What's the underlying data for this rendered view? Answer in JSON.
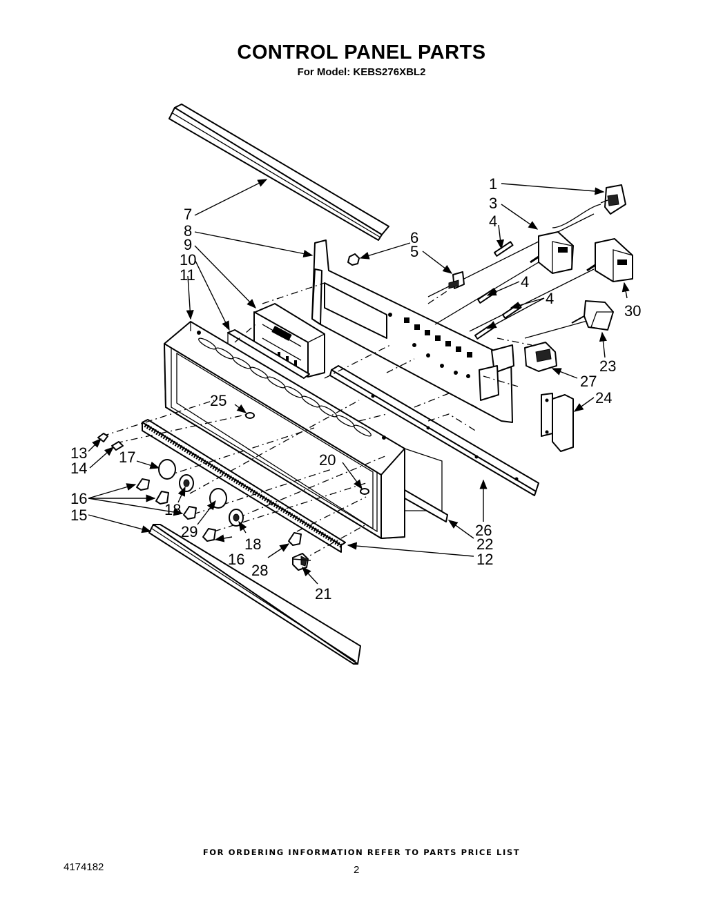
{
  "header": {
    "title": "CONTROL PANEL PARTS",
    "subtitle": "For Model: KEBS276XBL2"
  },
  "footer": {
    "note": "FOR ORDERING INFORMATION REFER TO PARTS PRICE LIST",
    "doc_number": "4174182",
    "page_number": "2"
  },
  "callouts": [
    {
      "id": "c1",
      "text": "1"
    },
    {
      "id": "c3",
      "text": "3"
    },
    {
      "id": "c4a",
      "text": "4"
    },
    {
      "id": "c4b",
      "text": "4"
    },
    {
      "id": "c4c",
      "text": "4"
    },
    {
      "id": "c5",
      "text": "5"
    },
    {
      "id": "c6",
      "text": "6"
    },
    {
      "id": "c7",
      "text": "7"
    },
    {
      "id": "c8",
      "text": "8"
    },
    {
      "id": "c9",
      "text": "9"
    },
    {
      "id": "c10",
      "text": "10"
    },
    {
      "id": "c11",
      "text": "11"
    },
    {
      "id": "c12",
      "text": "12"
    },
    {
      "id": "c13",
      "text": "13"
    },
    {
      "id": "c14",
      "text": "14"
    },
    {
      "id": "c15",
      "text": "15"
    },
    {
      "id": "c16a",
      "text": "16"
    },
    {
      "id": "c16b",
      "text": "16"
    },
    {
      "id": "c17",
      "text": "17"
    },
    {
      "id": "c18a",
      "text": "18"
    },
    {
      "id": "c18b",
      "text": "18"
    },
    {
      "id": "c20",
      "text": "20"
    },
    {
      "id": "c21",
      "text": "21"
    },
    {
      "id": "c22",
      "text": "22"
    },
    {
      "id": "c23",
      "text": "23"
    },
    {
      "id": "c24",
      "text": "24"
    },
    {
      "id": "c25",
      "text": "25"
    },
    {
      "id": "c26",
      "text": "26"
    },
    {
      "id": "c27",
      "text": "27"
    },
    {
      "id": "c28",
      "text": "28"
    },
    {
      "id": "c29",
      "text": "29"
    },
    {
      "id": "c30",
      "text": "30"
    }
  ]
}
